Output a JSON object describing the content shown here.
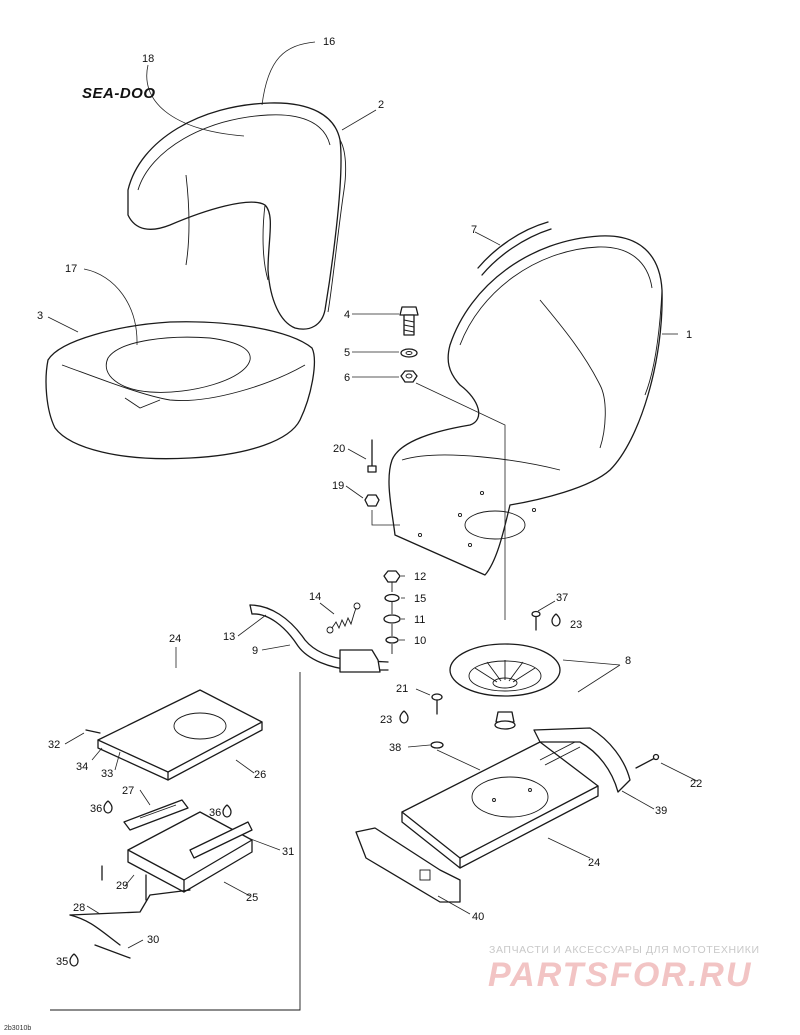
{
  "logo_text": "SEA-DOO",
  "diagram_code": "2b3010b",
  "watermark": {
    "line1": "ЗАПЧАСТИ И АКСЕССУАРЫ ДЛЯ МОТОТЕХНИКИ",
    "line2": "PARTSFOR.RU"
  },
  "callouts": [
    {
      "id": "c1",
      "label": "1"
    },
    {
      "id": "c2",
      "label": "2"
    },
    {
      "id": "c3",
      "label": "3"
    },
    {
      "id": "c4",
      "label": "4"
    },
    {
      "id": "c5",
      "label": "5"
    },
    {
      "id": "c6",
      "label": "6"
    },
    {
      "id": "c7",
      "label": "7"
    },
    {
      "id": "c8",
      "label": "8"
    },
    {
      "id": "c9",
      "label": "9"
    },
    {
      "id": "c10",
      "label": "10"
    },
    {
      "id": "c11",
      "label": "11"
    },
    {
      "id": "c12",
      "label": "12"
    },
    {
      "id": "c13",
      "label": "13"
    },
    {
      "id": "c14",
      "label": "14"
    },
    {
      "id": "c15",
      "label": "15"
    },
    {
      "id": "c16",
      "label": "16"
    },
    {
      "id": "c17",
      "label": "17"
    },
    {
      "id": "c18",
      "label": "18"
    },
    {
      "id": "c19",
      "label": "19"
    },
    {
      "id": "c20",
      "label": "20"
    },
    {
      "id": "c21",
      "label": "21"
    },
    {
      "id": "c22",
      "label": "22"
    },
    {
      "id": "c23a",
      "label": "23"
    },
    {
      "id": "c23b",
      "label": "23"
    },
    {
      "id": "c24a",
      "label": "24"
    },
    {
      "id": "c24b",
      "label": "24"
    },
    {
      "id": "c25",
      "label": "25"
    },
    {
      "id": "c26",
      "label": "26"
    },
    {
      "id": "c27",
      "label": "27"
    },
    {
      "id": "c28",
      "label": "28"
    },
    {
      "id": "c29",
      "label": "29"
    },
    {
      "id": "c30",
      "label": "30"
    },
    {
      "id": "c31",
      "label": "31"
    },
    {
      "id": "c32",
      "label": "32"
    },
    {
      "id": "c33",
      "label": "33"
    },
    {
      "id": "c34",
      "label": "34"
    },
    {
      "id": "c35",
      "label": "35"
    },
    {
      "id": "c36a",
      "label": "36"
    },
    {
      "id": "c36b",
      "label": "36"
    },
    {
      "id": "c37",
      "label": "37"
    },
    {
      "id": "c38",
      "label": "38"
    },
    {
      "id": "c39",
      "label": "39"
    },
    {
      "id": "c40",
      "label": "40"
    }
  ]
}
